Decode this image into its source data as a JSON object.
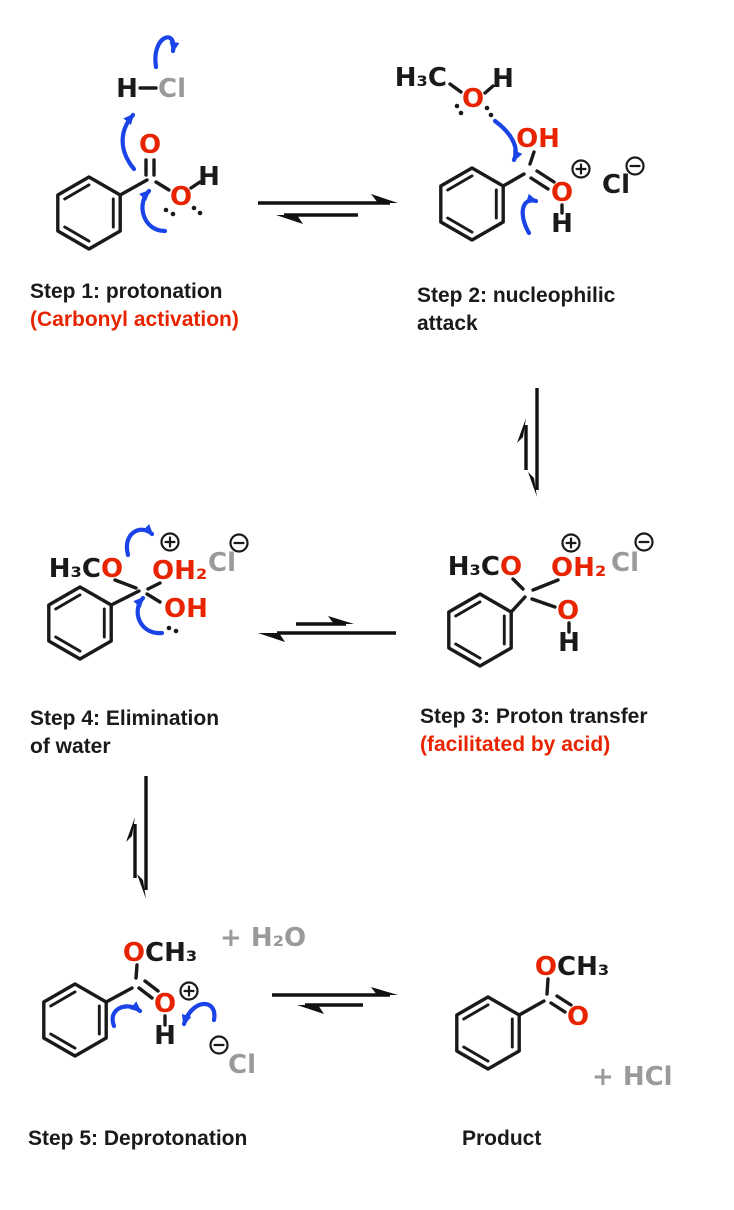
{
  "colors": {
    "accent_red": "#e82400",
    "arrow_blue": "#1b44e8",
    "muted_gray": "#9a9a9a",
    "ink_black": "#1a1a1a"
  },
  "labels": {
    "step1": {
      "line1": "Step 1: protonation",
      "line2": "(Carbonyl activation)"
    },
    "step2": {
      "line1": "Step 2: nucleophilic",
      "line2": "attack"
    },
    "step3": {
      "line1": "Step 3: Proton transfer",
      "line2": "(facilitated by acid)"
    },
    "step4": {
      "line1": "Step 4: Elimination",
      "line2": "of water"
    },
    "step5": {
      "line1": "Step 5: Deprotonation"
    },
    "product": {
      "line1": "Product"
    }
  },
  "molecules": {
    "hcl": {
      "h": "H",
      "cl": "Cl"
    },
    "benzoic_acid": {
      "carbonyl_o": "O",
      "hydroxyl_o": "O",
      "hydroxyl_h": "H"
    },
    "methanol": {
      "h3c": "H₃C",
      "o": "O",
      "h": "H"
    },
    "step2": {
      "oh": "OH",
      "o": "O",
      "h": "H",
      "charge": "+",
      "counterion": "Cl",
      "counterion_charge": "−"
    },
    "step3": {
      "h3c": "H₃C",
      "o_methyl": "O",
      "oh2": "OH₂",
      "o": "O",
      "h": "H",
      "charge": "+",
      "counterion": "Cl",
      "counterion_charge": "−"
    },
    "step4": {
      "h3c": "H₃C",
      "o_methyl": "O",
      "oh2": "OH₂",
      "oh": "OH",
      "charge": "+",
      "counterion": "Cl",
      "counterion_charge": "−"
    },
    "step5": {
      "water": "+ H₂O",
      "o_methyl": "O",
      "ch3": "CH₃",
      "o": "O",
      "h": "H",
      "charge": "+",
      "counterion": "Cl",
      "counterion_charge": "−"
    },
    "product": {
      "o_methyl": "O",
      "ch3": "CH₃",
      "o": "O",
      "hcl": "+ HCl"
    }
  }
}
